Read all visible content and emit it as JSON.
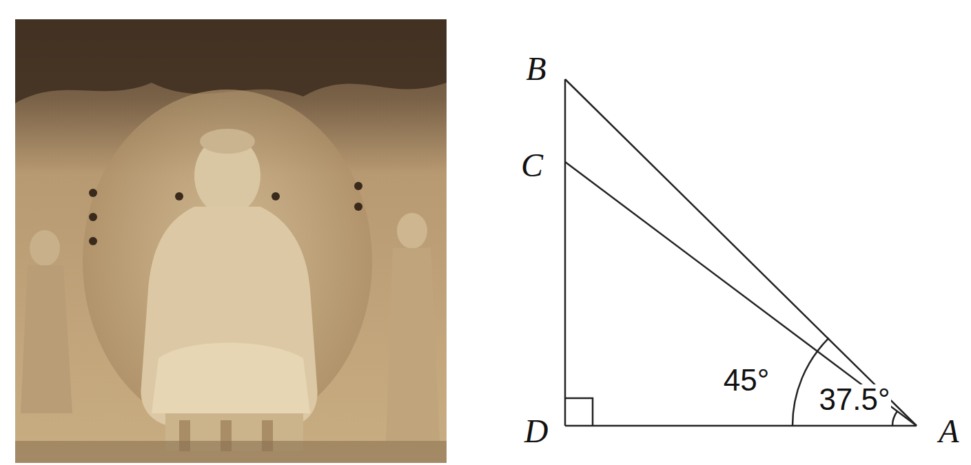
{
  "diagram": {
    "labels": [
      "B",
      "C",
      "D",
      "A",
      "45°",
      "37.5°"
    ]
  }
}
